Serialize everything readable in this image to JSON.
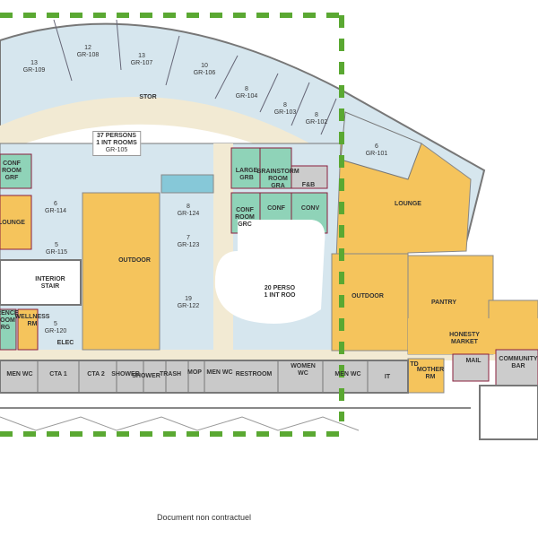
{
  "rooms": {
    "gr109": {
      "count": "13",
      "id": "GR-109"
    },
    "gr108": {
      "count": "12",
      "id": "GR-108"
    },
    "gr107": {
      "count": "13",
      "id": "GR-107"
    },
    "gr106": {
      "count": "10",
      "id": "GR-106"
    },
    "gr104": {
      "count": "8",
      "id": "GR-104"
    },
    "gr103": {
      "count": "8",
      "id": "GR-103"
    },
    "gr102": {
      "count": "8",
      "id": "GR-102"
    },
    "gr101": {
      "count": "6",
      "id": "GR-101"
    },
    "gr105": {
      "line1": "37 PERSONS",
      "line2": "1 INT ROOMS",
      "id": "GR-105"
    },
    "gr114": {
      "count": "6",
      "id": "GR-114"
    },
    "gr115": {
      "count": "5",
      "id": "GR-115"
    },
    "gr120": {
      "count": "5",
      "id": "GR-120"
    },
    "gr124": {
      "count": "8",
      "id": "GR-124"
    },
    "gr123": {
      "count": "7",
      "id": "GR-123"
    },
    "gr122": {
      "count": "19",
      "id": "GR-122"
    },
    "twenty": {
      "line1": "20 PERSO",
      "line2": "1 INT ROO"
    }
  },
  "labels": {
    "stor": "STOR",
    "conf_grf": "CONF\nROOM\nGRF",
    "lounge_left": "LOUNGE",
    "interior_stair": "INTERIOR\nSTAIR",
    "conference_rg": "ERENCE\nROOM\nRG",
    "wellness": "WELLNESS\nRM",
    "elec": "ELEC",
    "outdoor_left": "OUTDOOR",
    "large_grb": "LARGE\nGRB",
    "brainstorm_gra": "BRAINSTORM\nROOM\nGRA",
    "fb": "F&B",
    "conf_grc": "CONF\nROOM\nGRC",
    "conf": "CONF",
    "conv": "CONV",
    "lounge_right": "LOUNGE",
    "outdoor_right": "OUTDOOR",
    "pantry": "PANTRY",
    "honesty_market": "HONESTY\nMARKET",
    "mail": "MAIL",
    "community_bar": "COMMUNITY\nBAR",
    "td": "TD",
    "mother_rm": "MOTHER\nRM",
    "it": "IT"
  },
  "bottom_row": [
    "MEN WC",
    "CTA 1",
    "CTA 2",
    "SHOWER",
    "SHOWER",
    "TRASH",
    "MOP",
    "MEN WC",
    "RESTROOM",
    "WOMEN\nWC",
    "MEN WC"
  ],
  "footer": "Document non contractuel",
  "colors": {
    "office": "#d6e6ee",
    "corridor": "#f2ead3",
    "amenity": "#f5c45c",
    "meeting": "#8fd3b8",
    "service": "#c9c9c9",
    "dash": "#5aa832",
    "wall": "#8a1f3d"
  }
}
